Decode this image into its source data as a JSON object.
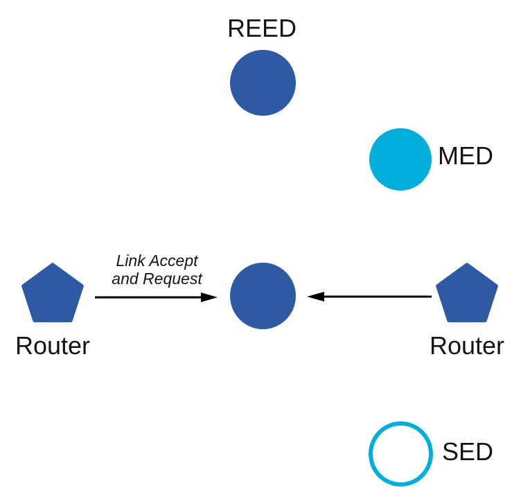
{
  "colors": {
    "node_blue": "#2E59A3",
    "device_cyan": "#00AEDB",
    "arrow_black": "#000000",
    "label_text": "#141414"
  },
  "nodes": {
    "reed": {
      "label": "REED",
      "shape": "circle",
      "fill": "blue"
    },
    "med": {
      "label": "MED",
      "shape": "circle",
      "fill": "cyan"
    },
    "router_left": {
      "label": "Router",
      "shape": "pentagon",
      "fill": "blue"
    },
    "parent": {
      "label": "",
      "shape": "circle",
      "fill": "blue"
    },
    "router_right": {
      "label": "Router",
      "shape": "pentagon",
      "fill": "blue"
    },
    "sed": {
      "label": "SED",
      "shape": "circle-outline",
      "fill": "white"
    }
  },
  "edges": {
    "left": {
      "from": "router_left",
      "to": "parent",
      "direction": "right",
      "label_line1": "Link Accept",
      "label_line2": "and Request"
    },
    "right": {
      "from": "router_right",
      "to": "parent",
      "direction": "left",
      "label_line1": "",
      "label_line2": ""
    }
  }
}
